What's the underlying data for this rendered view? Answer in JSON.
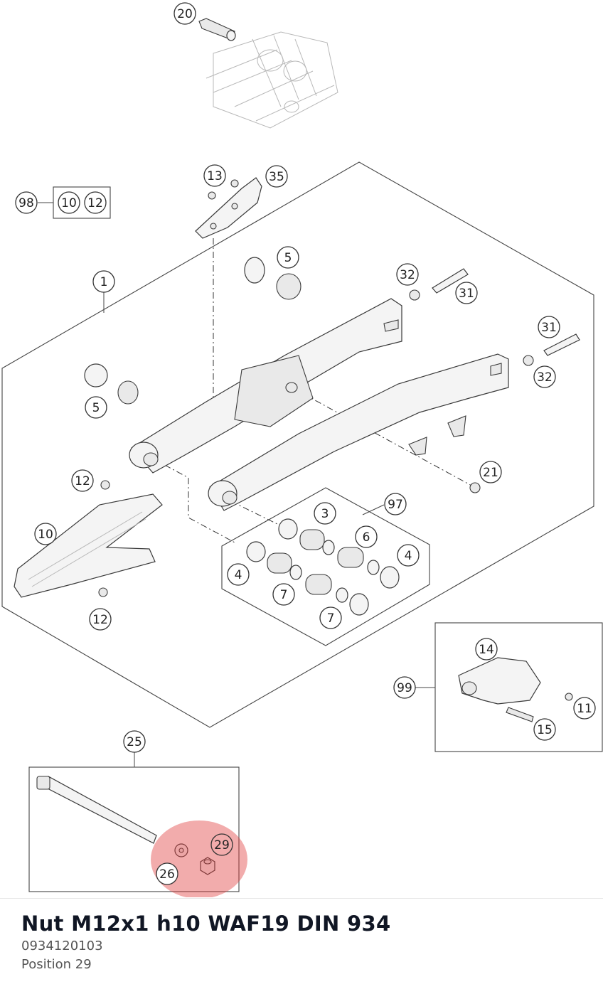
{
  "diagram": {
    "callouts": [
      {
        "id": "20",
        "label": "20"
      },
      {
        "id": "13",
        "label": "13"
      },
      {
        "id": "35",
        "label": "35"
      },
      {
        "id": "98",
        "label": "98"
      },
      {
        "id": "98-10",
        "label": "10"
      },
      {
        "id": "98-12",
        "label": "12"
      },
      {
        "id": "5a",
        "label": "5"
      },
      {
        "id": "1",
        "label": "1"
      },
      {
        "id": "32a",
        "label": "32"
      },
      {
        "id": "31a",
        "label": "31"
      },
      {
        "id": "31b",
        "label": "31"
      },
      {
        "id": "32b",
        "label": "32"
      },
      {
        "id": "5b",
        "label": "5"
      },
      {
        "id": "12a",
        "label": "12"
      },
      {
        "id": "21",
        "label": "21"
      },
      {
        "id": "10",
        "label": "10"
      },
      {
        "id": "97",
        "label": "97"
      },
      {
        "id": "3",
        "label": "3"
      },
      {
        "id": "6",
        "label": "6"
      },
      {
        "id": "4a",
        "label": "4"
      },
      {
        "id": "4b",
        "label": "4"
      },
      {
        "id": "7a",
        "label": "7"
      },
      {
        "id": "7b",
        "label": "7"
      },
      {
        "id": "12b",
        "label": "12"
      },
      {
        "id": "14",
        "label": "14"
      },
      {
        "id": "99",
        "label": "99"
      },
      {
        "id": "11",
        "label": "11"
      },
      {
        "id": "15",
        "label": "15"
      },
      {
        "id": "25",
        "label": "25"
      },
      {
        "id": "29",
        "label": "29"
      },
      {
        "id": "26",
        "label": "26"
      }
    ],
    "highlighted_position": "29"
  },
  "selected_part": {
    "name": "Nut M12x1 h10 WAF19 DIN 934",
    "number": "0934120103",
    "position": "Position 29"
  }
}
